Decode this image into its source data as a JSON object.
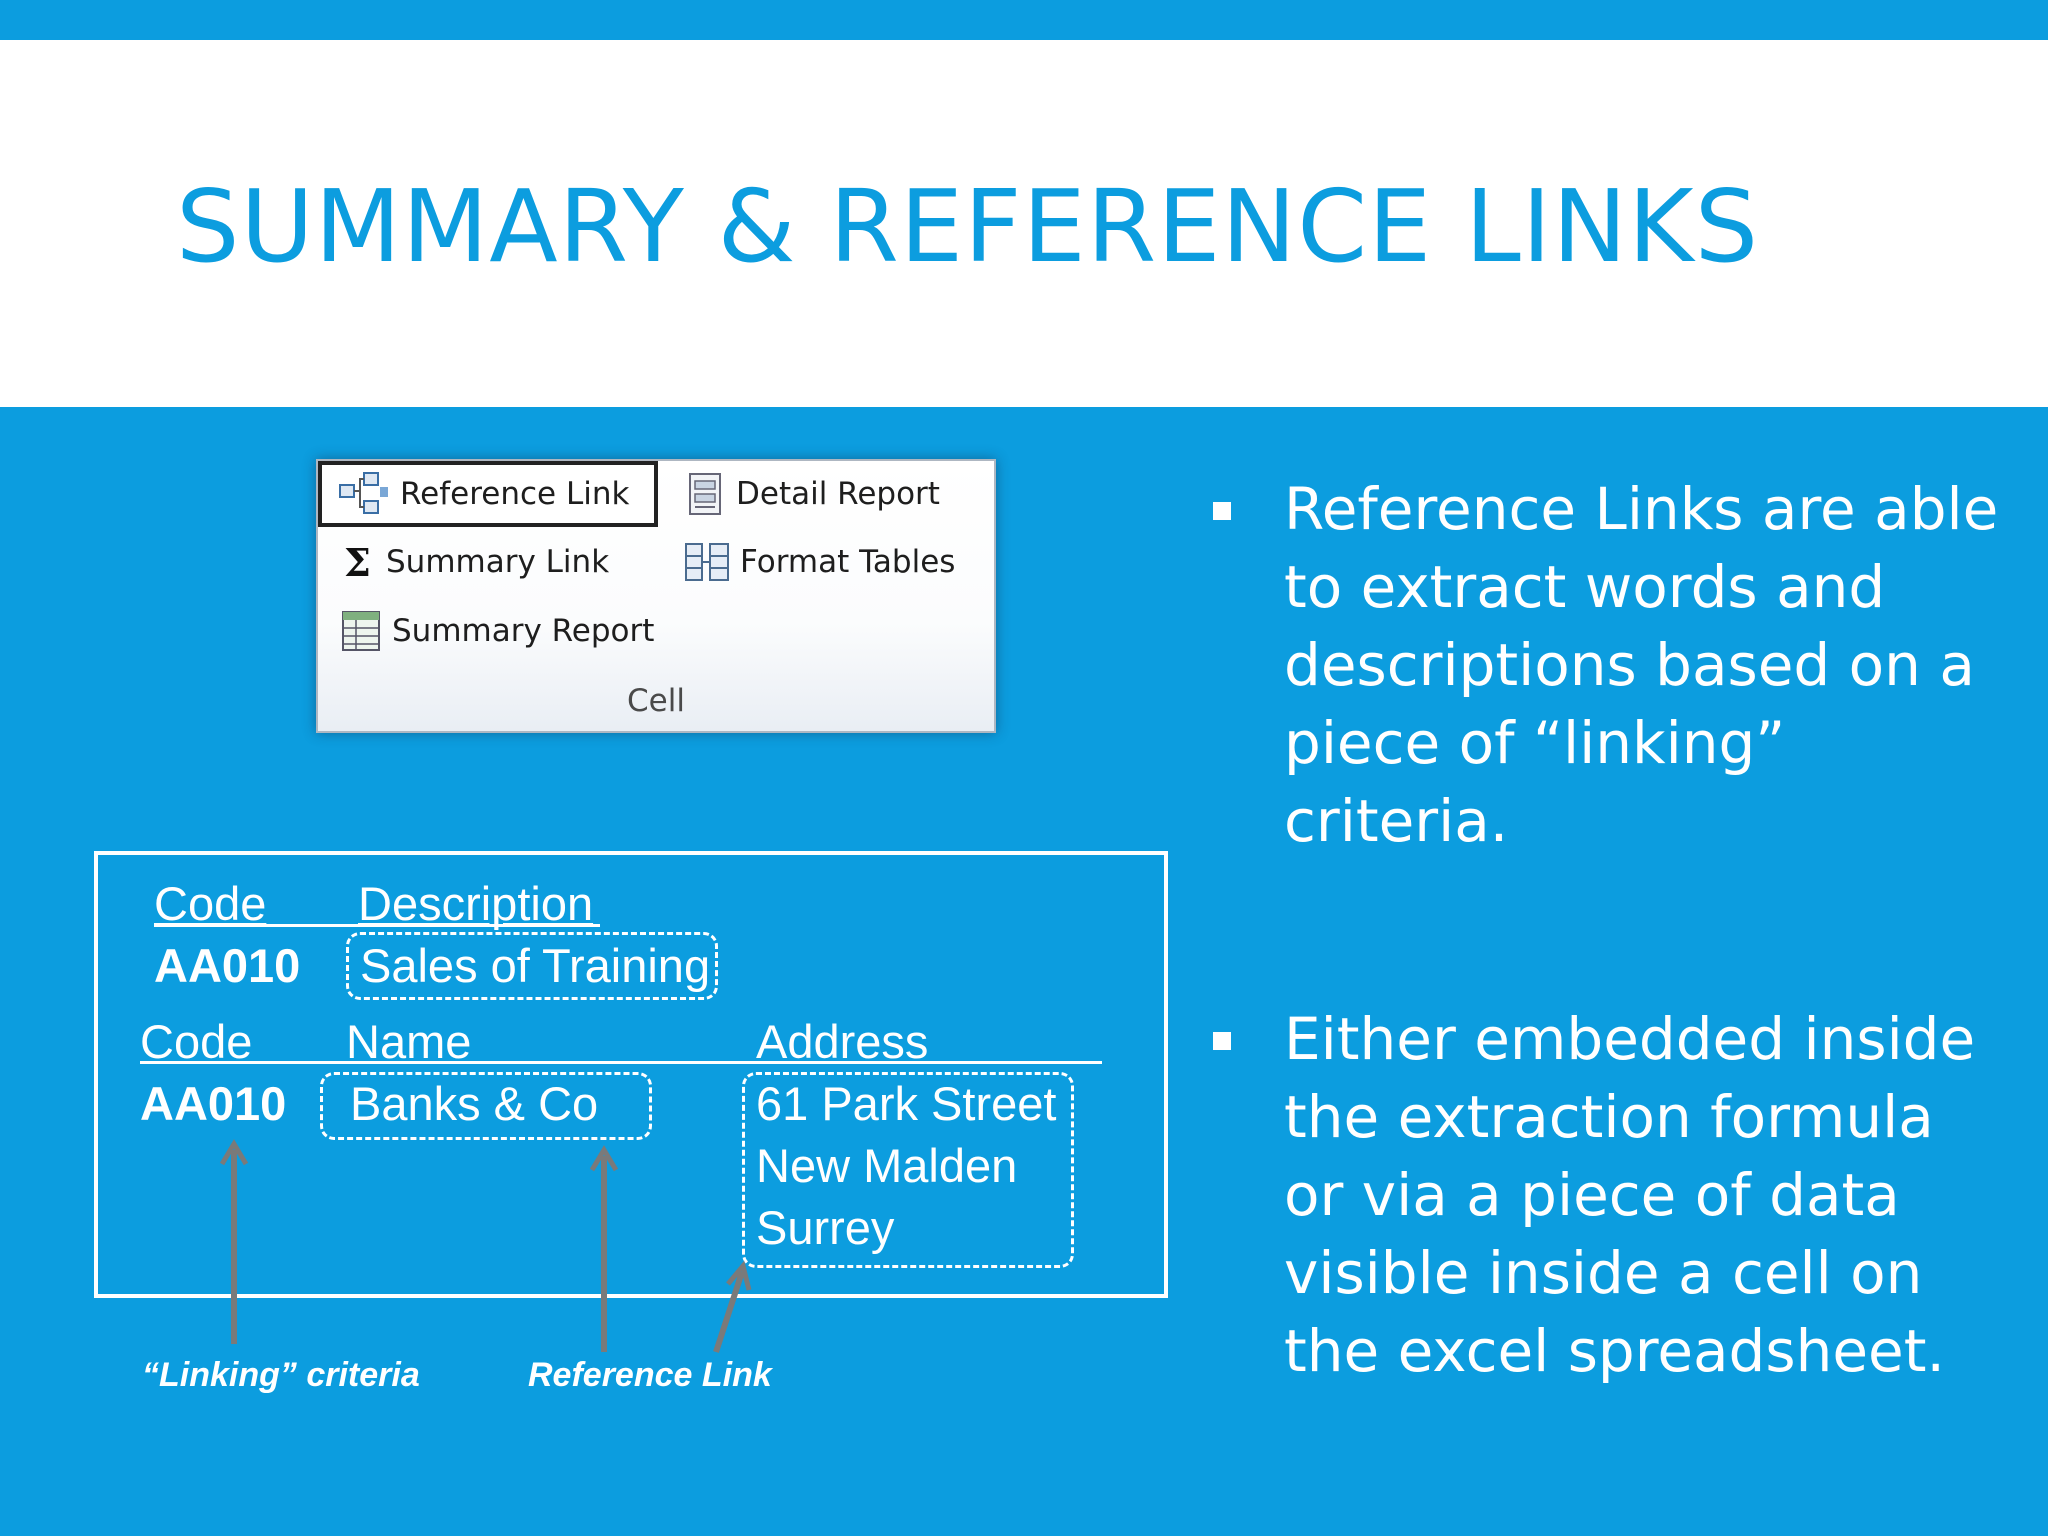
{
  "slide": {
    "title": "SUMMARY & REFERENCE LINKS",
    "colors": {
      "accent": "#0c9ddf",
      "band": "#ffffff",
      "text_on_accent": "#ffffff"
    }
  },
  "ribbon": {
    "items": [
      {
        "label": "Reference Link",
        "icon": "reference-link-icon",
        "selected": true
      },
      {
        "label": "Detail Report",
        "icon": "detail-report-icon"
      },
      {
        "label": "Summary Link",
        "icon": "sigma-icon"
      },
      {
        "label": "Format Tables",
        "icon": "format-tables-icon"
      },
      {
        "label": "Summary Report",
        "icon": "summary-report-icon"
      }
    ],
    "group_label": "Cell"
  },
  "example": {
    "table1": {
      "headers": [
        "Code",
        "Description"
      ],
      "row": [
        "AA010",
        "Sales of Training"
      ]
    },
    "table2": {
      "headers": [
        "Code",
        "Name",
        "Address"
      ],
      "row": {
        "code": "AA010",
        "name": "Banks & Co",
        "address_lines": [
          "61 Park Street",
          "New Malden",
          "Surrey"
        ]
      }
    },
    "captions": {
      "linking_criteria": "“Linking” criteria",
      "reference_link": "Reference Link"
    }
  },
  "bullets": [
    "Reference Links are able to extract words and descriptions based on a piece of “linking” criteria.",
    "Either embedded inside the extraction formula or via a piece of data visible inside a cell on the excel spreadsheet."
  ]
}
